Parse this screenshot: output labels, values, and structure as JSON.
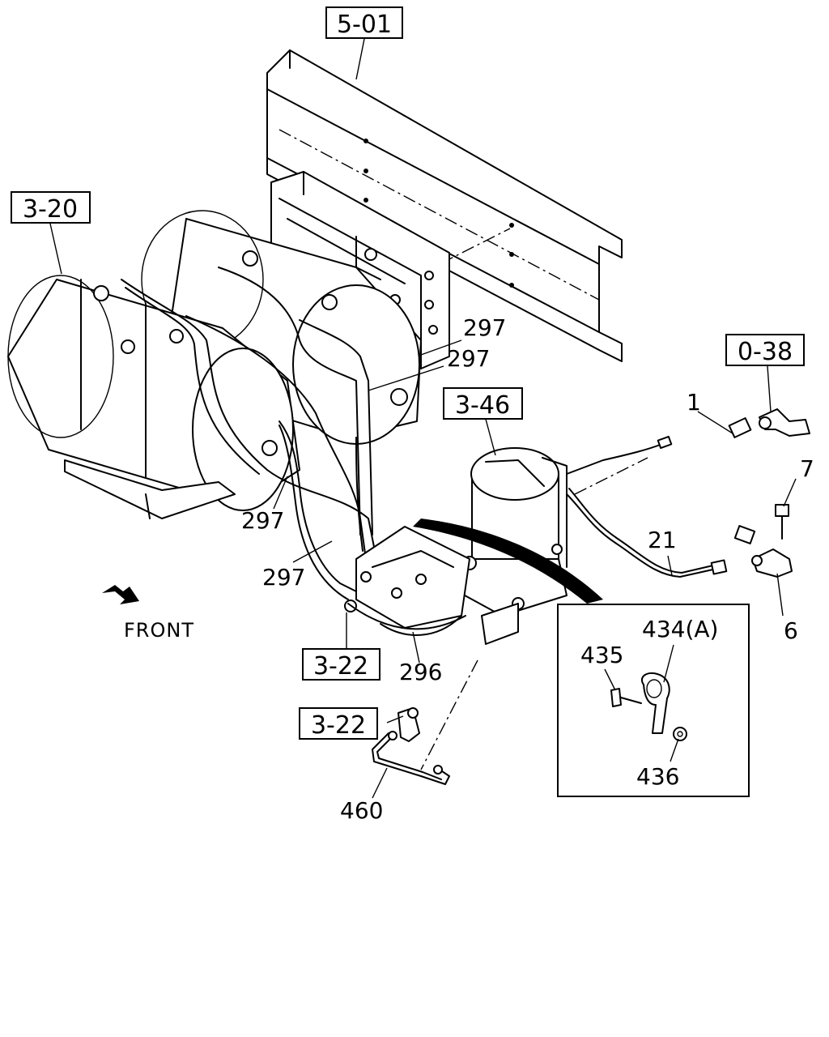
{
  "ref_boxes": {
    "frame": "5-01",
    "tanks": "3-20",
    "fitting": "0-38",
    "dryer": "3-46",
    "valve": "3-22",
    "valve2": "3-22"
  },
  "parts": {
    "p1": "1",
    "p6": "6",
    "p7": "7",
    "p21": "21",
    "p297a": "297",
    "p297b": "297",
    "p297c": "297",
    "p297d": "297",
    "p296": "296",
    "p460": "460",
    "p434": "434(A)",
    "p435": "435",
    "p436": "436"
  },
  "front_label": "FRONT"
}
